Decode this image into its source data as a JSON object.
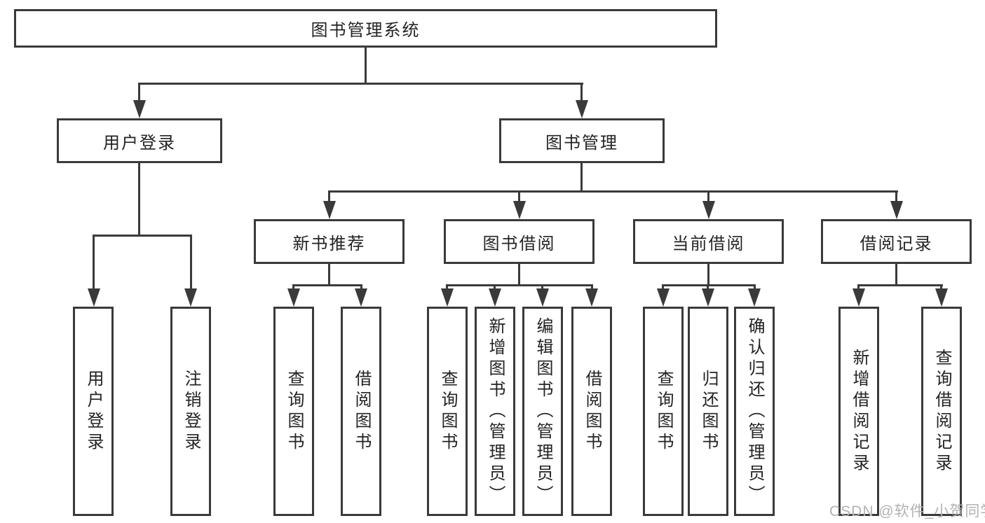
{
  "diagram": {
    "root": {
      "label": "图书管理系统"
    },
    "level2": [
      {
        "id": "user-login",
        "label": "用户登录"
      },
      {
        "id": "book-management",
        "label": "图书管理"
      }
    ],
    "level3": [
      {
        "id": "new-book-recommendation",
        "label": "新书推荐"
      },
      {
        "id": "book-borrowing",
        "label": "图书借阅"
      },
      {
        "id": "current-borrowing",
        "label": "当前借阅"
      },
      {
        "id": "borrowing-records",
        "label": "借阅记录"
      }
    ],
    "leaves": [
      {
        "id": "user-login-leaf",
        "label": "用户登录"
      },
      {
        "id": "logout",
        "label": "注销登录"
      },
      {
        "id": "query-books-recommend",
        "label": "查询图书"
      },
      {
        "id": "borrow-books-recommend",
        "label": "借阅图书"
      },
      {
        "id": "query-books-borrowing",
        "label": "查询图书"
      },
      {
        "id": "add-book-admin",
        "label": "新增图书（管理员）"
      },
      {
        "id": "edit-book-admin",
        "label": "编辑图书（管理员）"
      },
      {
        "id": "borrow-books-borrowing",
        "label": "借阅图书"
      },
      {
        "id": "query-books-current",
        "label": "查询图书"
      },
      {
        "id": "return-books",
        "label": "归还图书"
      },
      {
        "id": "confirm-return-admin",
        "label": "确认归还（管理员）"
      },
      {
        "id": "add-borrow-record",
        "label": "新增借阅记录"
      },
      {
        "id": "query-borrow-record",
        "label": "查询借阅记录"
      }
    ],
    "watermark": "CSDN @软件_小贺同学",
    "colors": {
      "line": "#3a3a3a",
      "text": "#232323",
      "watermark": "#b2b2b2",
      "background": "#ffffff"
    }
  }
}
